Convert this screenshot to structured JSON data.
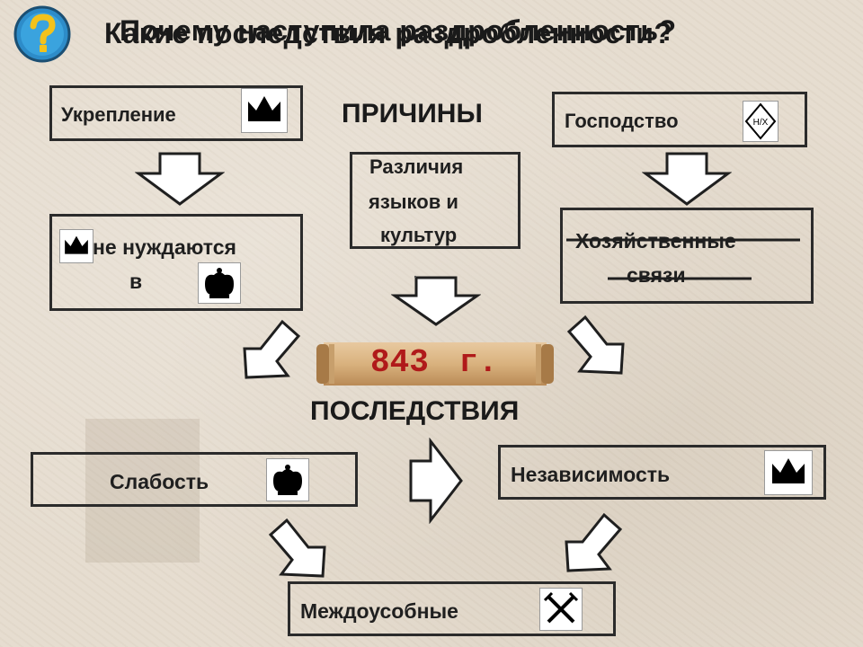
{
  "title": {
    "layer1": "Почему наступила раздробленность?",
    "layer2": "Какие последствия раздробленности?"
  },
  "icons": {
    "help": "question-mark-icon",
    "crown": "crown-icon",
    "royal_crown": "royal-crown-icon",
    "nx_diamond": "diamond-nx-icon",
    "crossed_swords": "crossed-swords-icon"
  },
  "headings": {
    "causes": "ПРИЧИНЫ",
    "consequences": "ПОСЛЕДСТВИЯ"
  },
  "boxes": {
    "strengthening": "Укрепление",
    "dominance": "Господство",
    "differences": [
      "Различия",
      "языков и",
      "культур"
    ],
    "no_need_line1": "не нуждаются",
    "no_need_line2": "в",
    "economic_line1": "Хозяйственные",
    "economic_line2": "связи",
    "weakness": "Слабость",
    "independence": "Независимость",
    "internecine": "Междоусобные"
  },
  "scroll": {
    "year": "843",
    "suffix": "г."
  },
  "colors": {
    "year_text": "#b01a1a",
    "border": "#2b2b2b"
  },
  "dots": "."
}
